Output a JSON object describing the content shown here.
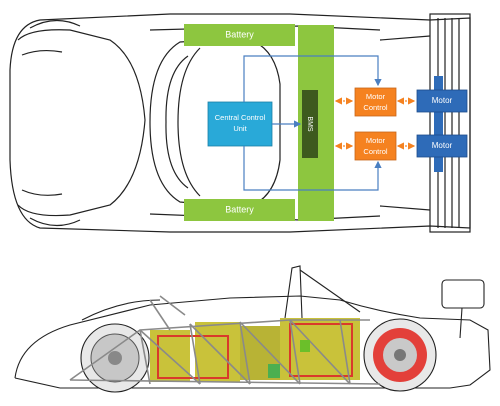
{
  "top_view": {
    "battery_top_label": "Battery",
    "battery_bottom_label": "Battery",
    "bms_label": "BMS",
    "central_control_line1": "Central Control",
    "central_control_line2": "Unit",
    "motor_control_top_line1": "Motor",
    "motor_control_top_line2": "Control",
    "motor_control_bottom_line1": "Motor",
    "motor_control_bottom_line2": "Control",
    "motor_top_label": "Motor",
    "motor_bottom_label": "Motor"
  },
  "colors": {
    "battery": "#8dc63f",
    "bms": "#3d5a1e",
    "control_unit": "#29a9d8",
    "motor_control": "#f58220",
    "motor": "#2e6bb8",
    "connector_blue": "#4a7fc1",
    "connector_orange": "#f58220"
  }
}
